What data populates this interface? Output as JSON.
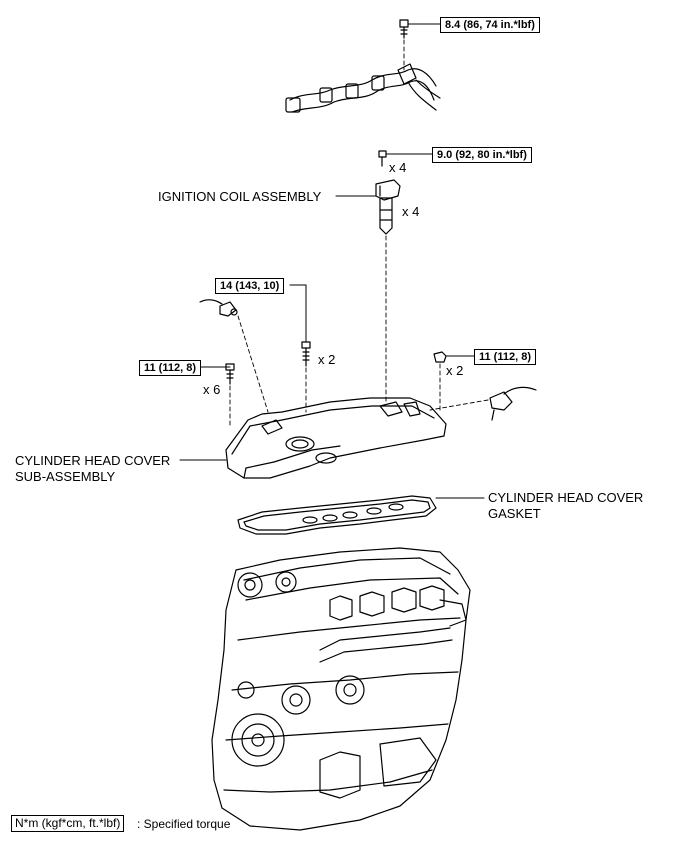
{
  "torque_specs": {
    "harness_bolt": "8.4 (86, 74 in.*lbf)",
    "coil_bolt": "9.0 (92, 80 in.*lbf)",
    "cover_center_bolt": "14 (143, 10)",
    "cover_left_bolt": "11 (112, 8)",
    "cover_right_nut": "11 (112, 8)"
  },
  "quantities": {
    "coil_bolt": "x 4",
    "coil": "x 4",
    "center_bolt": "x 2",
    "left_bolt": "x 6",
    "right_nut": "x 2"
  },
  "part_labels": {
    "ignition_coil": "IGNITION COIL ASSEMBLY",
    "head_cover_line1": "CYLINDER HEAD COVER",
    "head_cover_line2": "SUB-ASSEMBLY",
    "gasket_line1": "CYLINDER HEAD COVER",
    "gasket_line2": "GASKET"
  },
  "legend": {
    "unit_box": "N*m (kgf*cm, ft.*lbf)",
    "description": ": Specified torque"
  }
}
